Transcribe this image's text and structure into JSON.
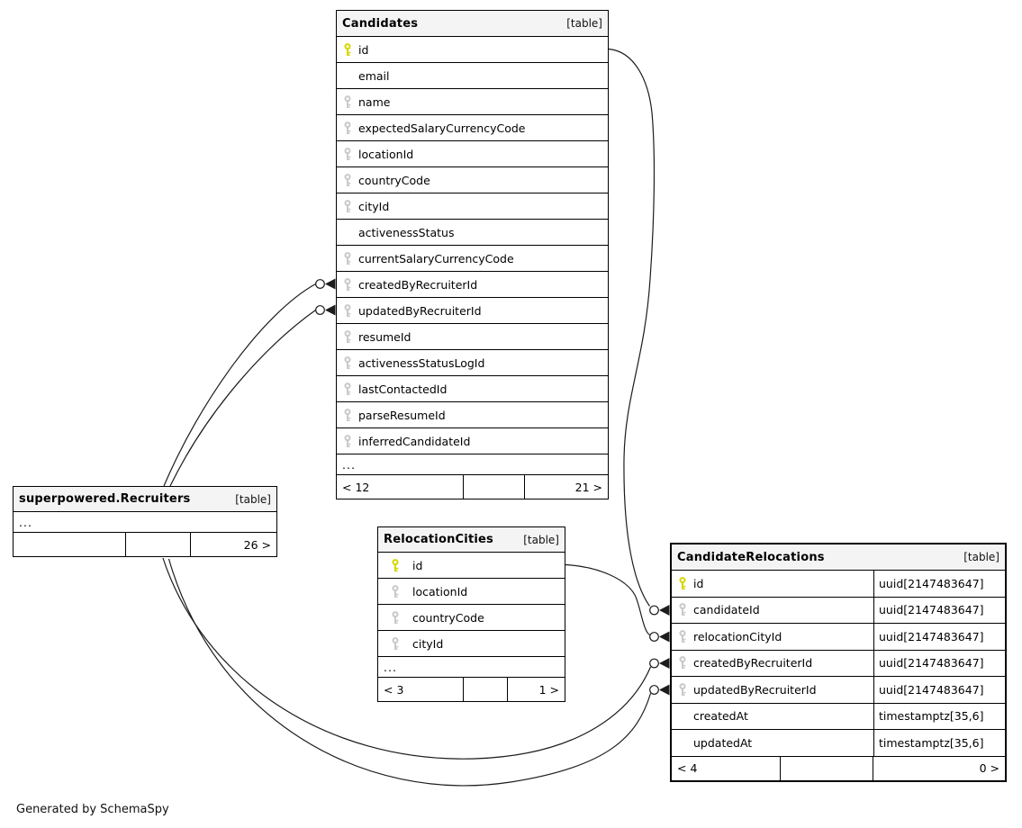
{
  "diagram": {
    "generator_note": "Generated by SchemaSpy",
    "ellipsis": "...",
    "colors": {
      "primary_key_icon": "#d6d600",
      "foreign_key_icon": "#c9c9c9",
      "header_background": "#f4f4f4",
      "border": "#000000"
    },
    "tables": [
      {
        "id": "candidates",
        "title": "Candidates",
        "badge": "[table]",
        "emphasis": false,
        "show_types": false,
        "truncated": true,
        "columns": [
          {
            "name": "id",
            "key": "pk"
          },
          {
            "name": "email",
            "key": "none"
          },
          {
            "name": "name",
            "key": "fk"
          },
          {
            "name": "expectedSalaryCurrencyCode",
            "key": "fk"
          },
          {
            "name": "locationId",
            "key": "fk"
          },
          {
            "name": "countryCode",
            "key": "fk"
          },
          {
            "name": "cityId",
            "key": "fk"
          },
          {
            "name": "activenessStatus",
            "key": "none"
          },
          {
            "name": "currentSalaryCurrencyCode",
            "key": "fk"
          },
          {
            "name": "createdByRecruiterId",
            "key": "fk"
          },
          {
            "name": "updatedByRecruiterId",
            "key": "fk"
          },
          {
            "name": "resumeId",
            "key": "fk"
          },
          {
            "name": "activenessStatusLogId",
            "key": "fk"
          },
          {
            "name": "lastContactedId",
            "key": "fk"
          },
          {
            "name": "parseResumeId",
            "key": "fk"
          },
          {
            "name": "inferredCandidateId",
            "key": "fk"
          }
        ],
        "pager": {
          "left": "< 12",
          "middle": "",
          "right": "21 >"
        }
      },
      {
        "id": "recruiters",
        "title": "superpowered.Recruiters",
        "badge": "[table]",
        "emphasis": false,
        "show_types": false,
        "truncated": true,
        "columns": [],
        "pager": {
          "left": "",
          "middle": "",
          "right": "26 >"
        }
      },
      {
        "id": "relocation-cities",
        "title": "RelocationCities",
        "badge": "[table]",
        "emphasis": false,
        "show_types": false,
        "truncated": true,
        "columns": [
          {
            "name": "id",
            "key": "pk"
          },
          {
            "name": "locationId",
            "key": "fk"
          },
          {
            "name": "countryCode",
            "key": "fk"
          },
          {
            "name": "cityId",
            "key": "fk"
          }
        ],
        "pager": {
          "left": "< 3",
          "middle": "",
          "right": "1 >"
        }
      },
      {
        "id": "candidate-relocations",
        "title": "CandidateRelocations",
        "badge": "[table]",
        "emphasis": true,
        "show_types": true,
        "truncated": false,
        "columns": [
          {
            "name": "id",
            "key": "pk",
            "type": "uuid[2147483647]"
          },
          {
            "name": "candidateId",
            "key": "fk",
            "type": "uuid[2147483647]"
          },
          {
            "name": "relocationCityId",
            "key": "fk",
            "type": "uuid[2147483647]"
          },
          {
            "name": "createdByRecruiterId",
            "key": "fk",
            "type": "uuid[2147483647]"
          },
          {
            "name": "updatedByRecruiterId",
            "key": "fk",
            "type": "uuid[2147483647]"
          },
          {
            "name": "createdAt",
            "key": "none",
            "type": "timestamptz[35,6]"
          },
          {
            "name": "updatedAt",
            "key": "none",
            "type": "timestamptz[35,6]"
          }
        ],
        "pager": {
          "left": "< 4",
          "middle": "",
          "right": "0 >"
        }
      }
    ],
    "relationships": [
      {
        "from": "superpowered.Recruiters",
        "to": "Candidates.createdByRecruiterId"
      },
      {
        "from": "superpowered.Recruiters",
        "to": "Candidates.updatedByRecruiterId"
      },
      {
        "from": "Candidates.id",
        "to": "CandidateRelocations.candidateId"
      },
      {
        "from": "RelocationCities.id",
        "to": "CandidateRelocations.relocationCityId"
      },
      {
        "from": "superpowered.Recruiters",
        "to": "CandidateRelocations.createdByRecruiterId"
      },
      {
        "from": "superpowered.Recruiters",
        "to": "CandidateRelocations.updatedByRecruiterId"
      }
    ]
  }
}
